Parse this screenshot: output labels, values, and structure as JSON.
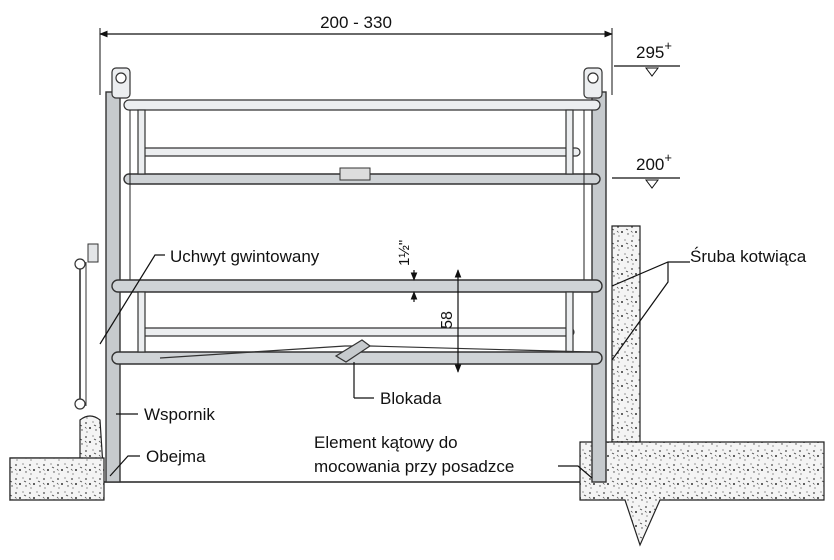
{
  "dimensions": {
    "width_range": "200 - 330",
    "level_top": "295",
    "level_mid": "200",
    "pipe_size": "1½\"",
    "gap": "58",
    "plus": "+"
  },
  "labels": {
    "threaded_bracket": "Uchwyt gwintowany",
    "anchor_bolt": "Śruba kotwiąca",
    "lock": "Blokada",
    "support": "Wspornik",
    "clamp": "Obejma",
    "angle_element_line1": "Element kątowy do",
    "angle_element_line2": "mocowania przy posadzce"
  }
}
